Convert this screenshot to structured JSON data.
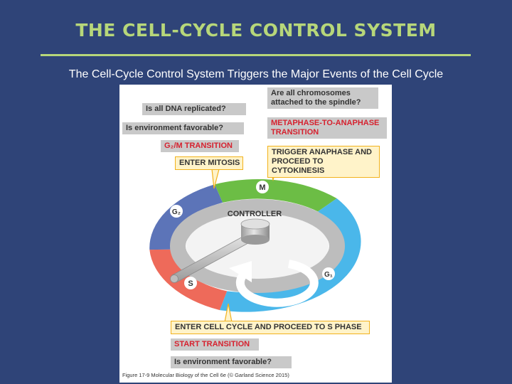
{
  "slide": {
    "title": "THE CELL-CYCLE CONTROL SYSTEM",
    "subtitle": "The Cell-Cycle Control System Triggers the Major Events of the Cell Cycle"
  },
  "figure": {
    "labels": {
      "dna_question": "Is all DNA replicated?",
      "env_question_top": "Is environment favorable?",
      "g2m_transition": "G₂/M TRANSITION",
      "enter_mitosis": "ENTER MITOSIS",
      "chromosomes_question": "Are all chromosomes attached to the spindle?",
      "meta_anaphase": "METAPHASE-TO-ANAPHASE TRANSITION",
      "trigger_anaphase": "TRIGGER ANAPHASE AND PROCEED TO CYTOKINESIS",
      "enter_cell_cycle": "ENTER CELL CYCLE AND PROCEED TO S PHASE",
      "start_transition": "START TRANSITION",
      "env_question_bottom": "Is environment favorable?",
      "controller": "CONTROLLER"
    },
    "phases": {
      "m": "M",
      "g2": "G₂",
      "s": "S",
      "g1": "G₁"
    },
    "caption": "Figure 17-9 Molecular Biology of the Cell 6e (© Garland Science 2015)",
    "colors": {
      "g1": "#4ab7ea",
      "s": "#ee6a5a",
      "g2": "#5c74b8",
      "m": "#6cbd45",
      "label_bg": "#c9c9c9",
      "highlight_bg": "#fff3c9",
      "highlight_border": "#f2b21d",
      "transition_text": "#d6222f"
    }
  }
}
